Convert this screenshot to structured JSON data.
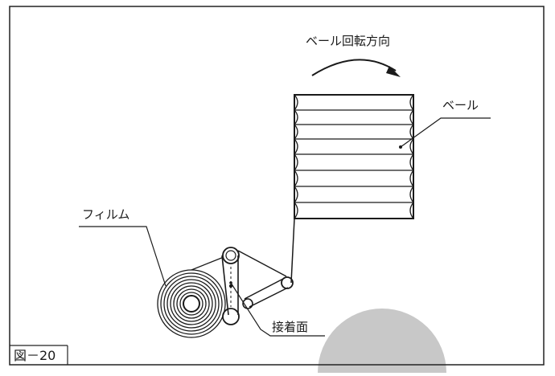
{
  "figure": {
    "caption": "図－20",
    "labels": {
      "rotation": "ベール回転方向",
      "bale": "ベール",
      "film": "フィルム",
      "adhesive_surface": "接着面"
    }
  }
}
